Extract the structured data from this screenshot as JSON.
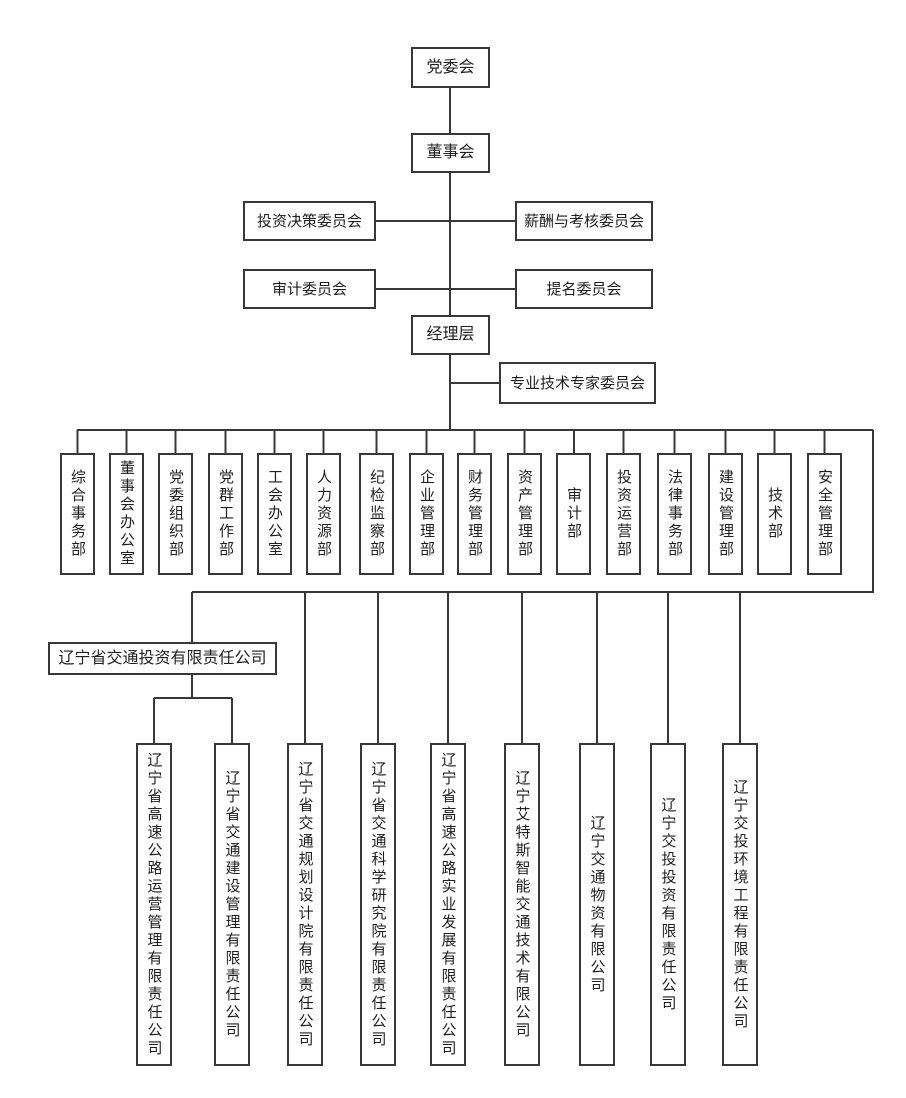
{
  "colors": {
    "background": "#ffffff",
    "line": "#383838",
    "border": "#383838",
    "text": "#1f1f1f"
  },
  "governance": {
    "party_committee": "党委会",
    "board": "董事会",
    "investment_decision_committee": "投资决策委员会",
    "compensation_assessment_committee": "薪酬与考核委员会",
    "audit_committee": "审计委员会",
    "nomination_committee": "提名委员会",
    "management": "经理层",
    "expert_committee": "专业技术专家委员会"
  },
  "departments": [
    "综合事务部",
    "董事会办公室",
    "党委组织部",
    "党群工作部",
    "工会办公室",
    "人力资源部",
    "纪检监察部",
    "企业管理部",
    "财务管理部",
    "资产管理部",
    "审计部",
    "投资运营部",
    "法律事务部",
    "建设管理部",
    "技术部",
    "安全管理部"
  ],
  "investment_company": "辽宁省交通投资有限责任公司",
  "subsidiaries": [
    "辽宁省高速公路运营管理有限责任公司",
    "辽宁省交通建设管理有限责任公司",
    "辽宁省交通规划设计院有限责任公司",
    "辽宁省交通科学研究院有限责任公司",
    "辽宁省高速公路实业发展有限责任公司",
    "辽宁艾特斯智能交通技术有限公司",
    "辽宁交通物资有限公司",
    "辽宁交投投资有限责任公司",
    "辽宁交投环境工程有限责任公司"
  ]
}
